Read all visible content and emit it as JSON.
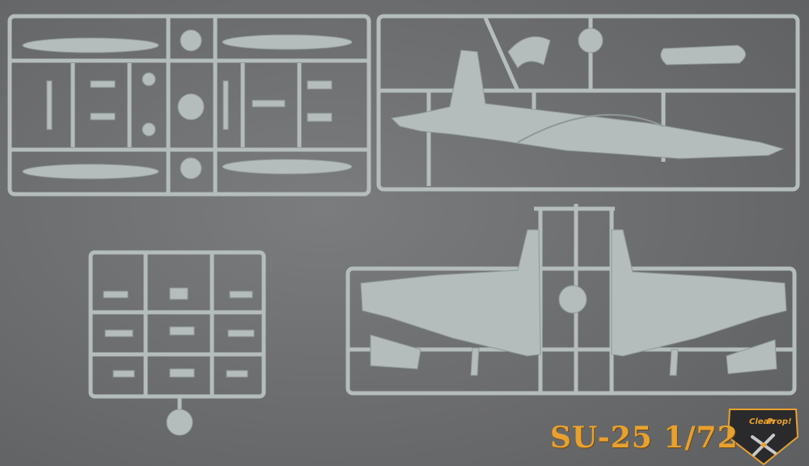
{
  "title_text": "SU-25 1/72",
  "logo": {
    "line1": "Clean",
    "line2": "Prop!",
    "icon": "propeller-icon"
  },
  "colors": {
    "background": "#6f7072",
    "plastic": "#b4bcbc",
    "plastic_shadow": "#8f9898",
    "title": "#e8a12e",
    "logo_fill": "#2a2a2c",
    "logo_accent": "#e8a12e"
  }
}
